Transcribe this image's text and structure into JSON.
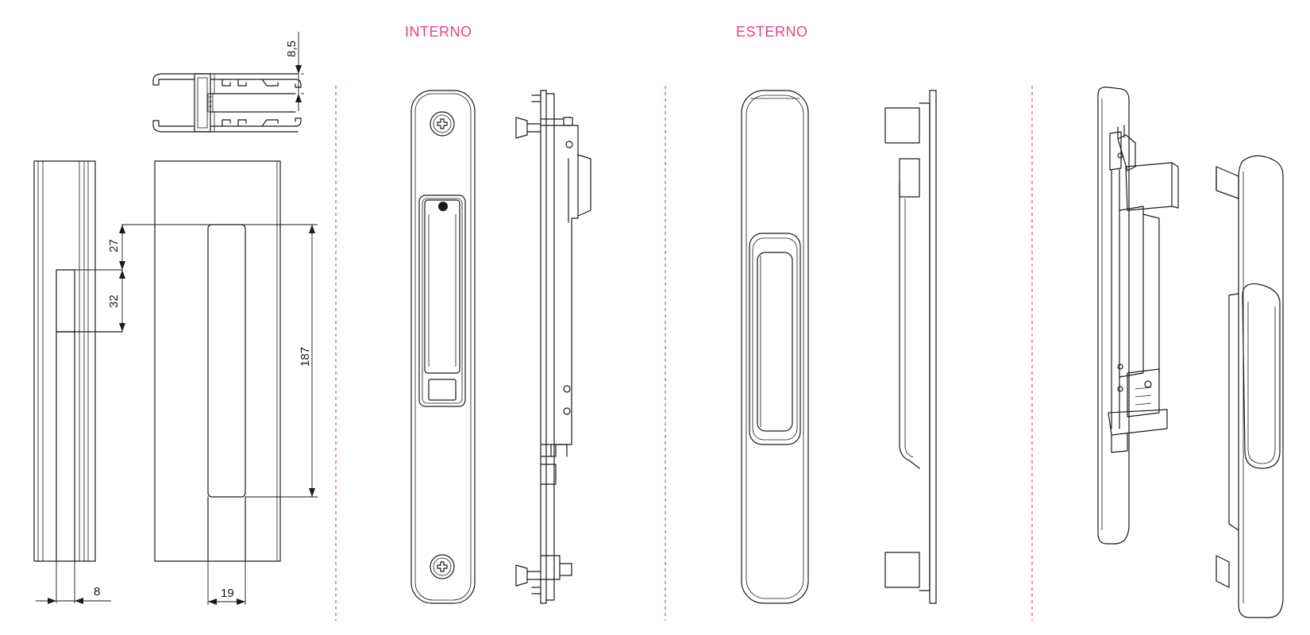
{
  "sections": {
    "interno_label": "INTERNO",
    "esterno_label": "ESTERNO"
  },
  "dimensions": {
    "top_offset": "8,5",
    "dim_27": "27",
    "dim_32": "32",
    "dim_187": "187",
    "dim_8": "8",
    "dim_19": "19"
  },
  "colors": {
    "accent": "#e8428a",
    "line": "#1a1a1a",
    "background": "#ffffff"
  }
}
